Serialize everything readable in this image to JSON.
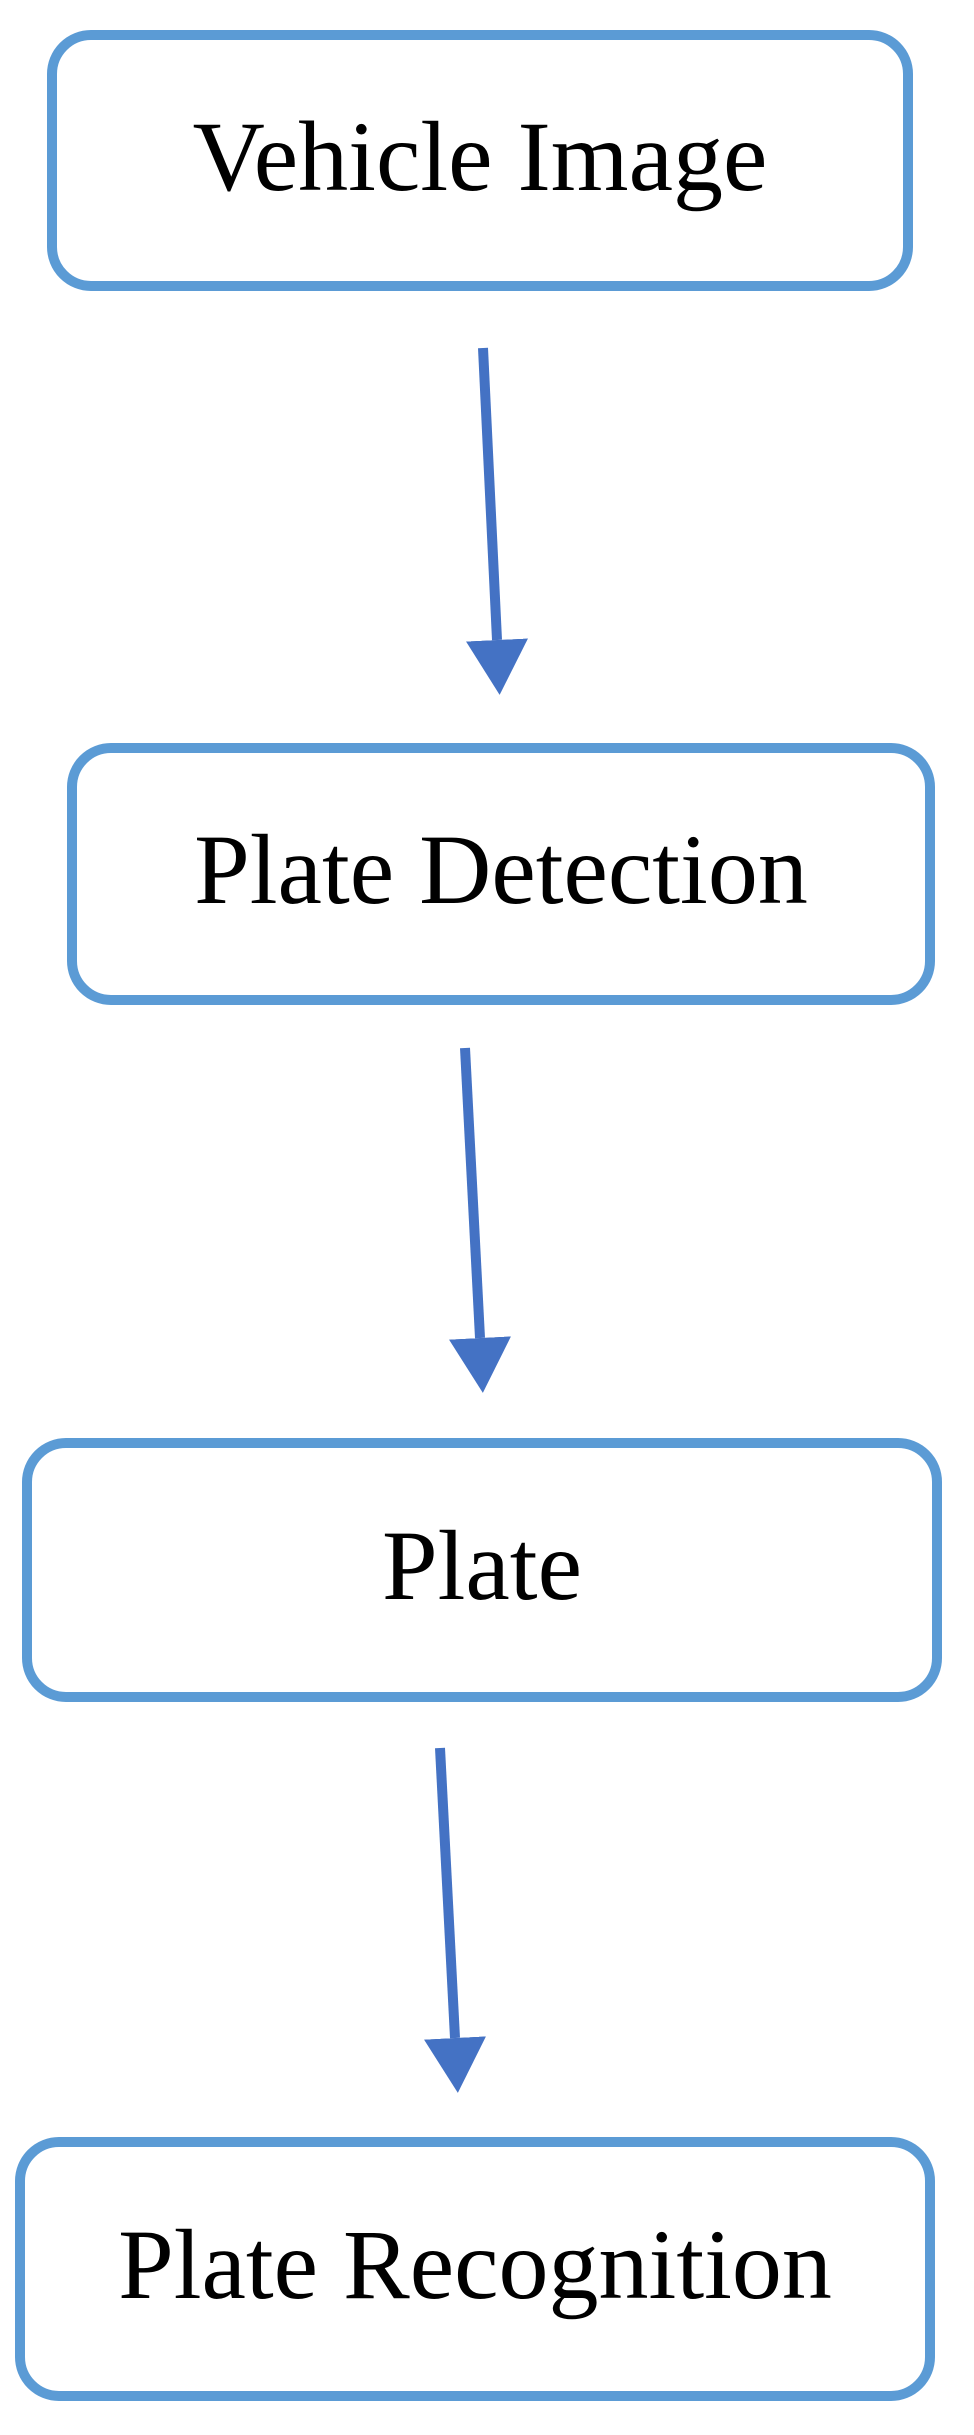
{
  "diagram": {
    "nodes": [
      {
        "label": "Vehicle Image"
      },
      {
        "label": "Plate Detection"
      },
      {
        "label": "Plate"
      },
      {
        "label": "Plate Recognition"
      }
    ],
    "connectors": [
      {
        "from": "Vehicle Image",
        "to": "Plate Detection"
      },
      {
        "from": "Plate Detection",
        "to": "Plate"
      },
      {
        "from": "Plate",
        "to": "Plate Recognition"
      }
    ]
  },
  "colors": {
    "box_border": "#5B9BD5",
    "box_fill": "#FFFFFF",
    "arrow": "#4472C4",
    "text": "#000000",
    "background": "#FFFFFF"
  }
}
